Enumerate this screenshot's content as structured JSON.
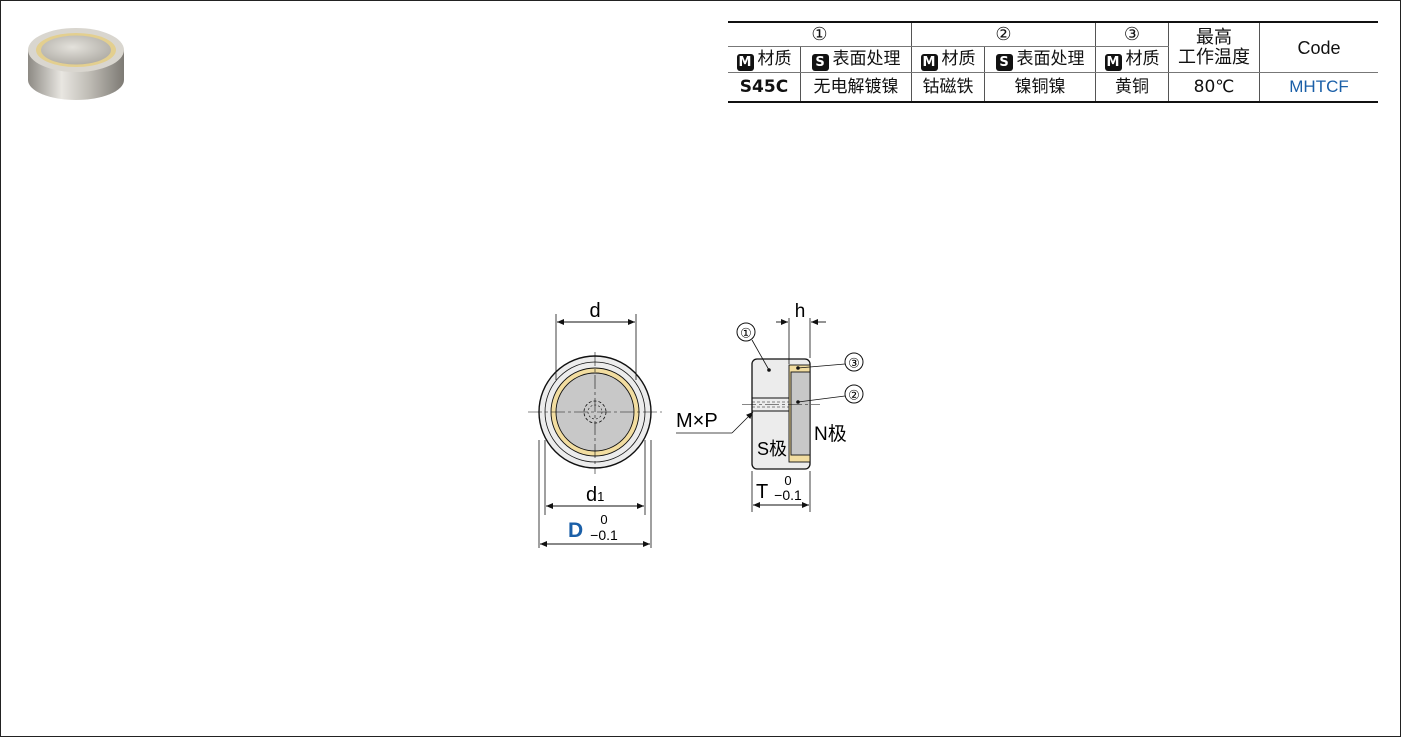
{
  "table": {
    "group_labels": [
      "①",
      "②",
      "③"
    ],
    "max_temp_header": [
      "最高",
      "工作温度"
    ],
    "code_header": "Code",
    "badges": {
      "material": "M",
      "surface": "S"
    },
    "sub_headers": [
      "材质",
      "表面处理",
      "材质",
      "表面处理",
      "材质"
    ],
    "row": {
      "material_1": "S45C",
      "surface_1": "无电解镀镍",
      "material_2": "钴磁铁",
      "surface_2": "镍铜镍",
      "material_3": "黄铜",
      "max_temp": "80℃",
      "code": "MHTCF"
    }
  },
  "drawing": {
    "front": {
      "d": "d",
      "d1": "d",
      "d1_sub": "1",
      "D": "D",
      "tol_upper": "0",
      "tol_lower": "−0.1"
    },
    "side": {
      "h": "h",
      "callout_1": "①",
      "callout_2": "②",
      "callout_3": "③",
      "thread": "M×P",
      "s_pole": "S极",
      "n_pole": "N极",
      "T": "T",
      "tol_upper": "0",
      "tol_lower": "−0.1"
    }
  },
  "colors": {
    "code_blue": "#1a5fa8",
    "brass": "#f2dda0",
    "magnet_gray": "#c8c8c8",
    "steel": "#ececec"
  }
}
